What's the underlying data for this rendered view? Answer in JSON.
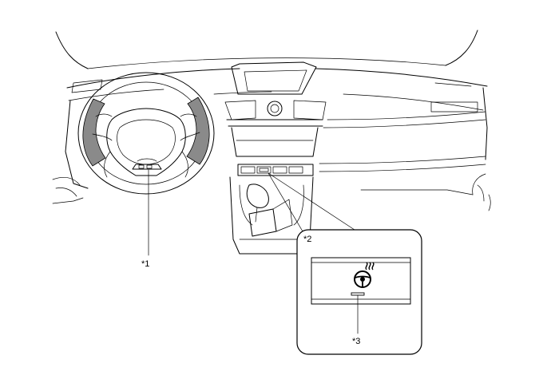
{
  "labels": {
    "callout_1": "*1",
    "callout_2": "*2",
    "callout_3": "*3"
  },
  "icons": {
    "detail_switch_icon": "heated-steering-wheel-icon"
  },
  "colors": {
    "shaded_grip": "#8a8a8a",
    "line": "#000000"
  }
}
